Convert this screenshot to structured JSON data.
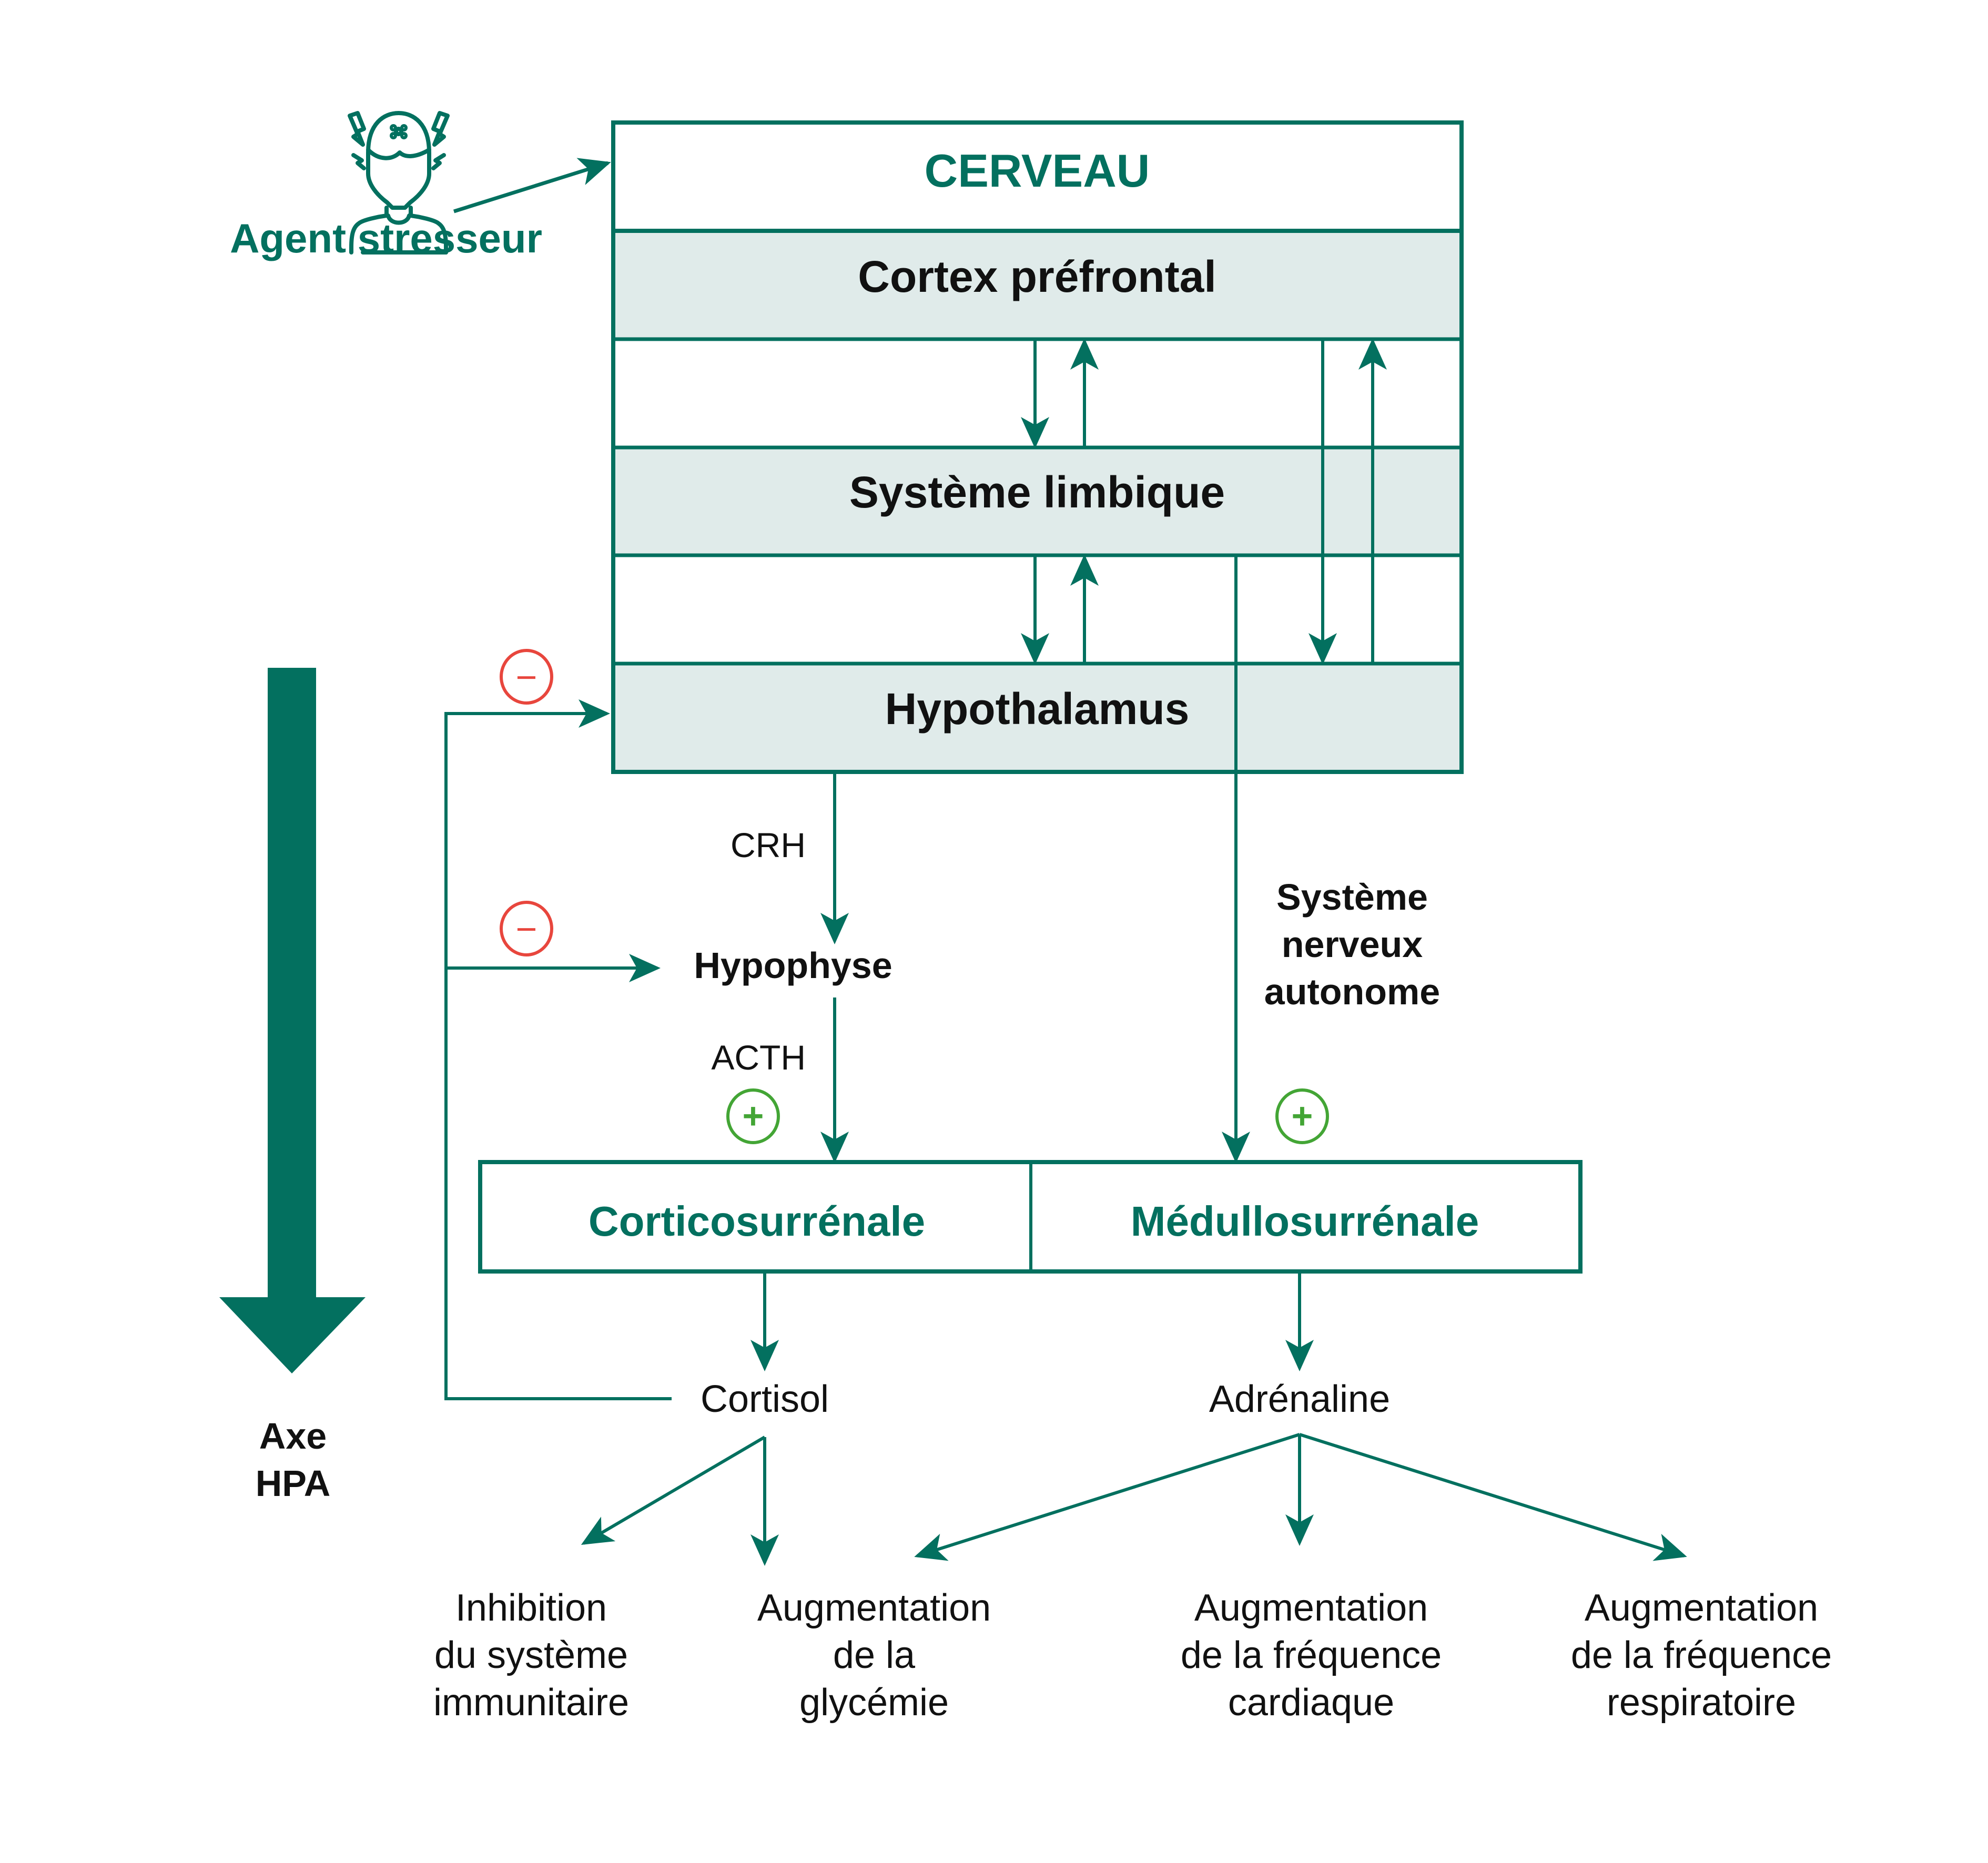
{
  "colors": {
    "teal": "#03705f",
    "band_fill": "#e0ebea",
    "inhibit_red": "#e8463d",
    "stimulate_green": "#43a535",
    "text": "#111111"
  },
  "stressor": {
    "icon": "stressed-person-icon",
    "label": "Agent stresseur"
  },
  "brain": {
    "title": "CERVEAU",
    "regions": [
      {
        "label": "Cortex préfrontal"
      },
      {
        "label": "Système limbique"
      },
      {
        "label": "Hypothalamus"
      }
    ]
  },
  "hpa": {
    "crh_label": "CRH",
    "pituitary_label": "Hypophyse",
    "acth_label": "ACTH",
    "axis_label_line1": "Axe",
    "axis_label_line2": "HPA"
  },
  "ans": {
    "line1": "Système",
    "line2": "nerveux",
    "line3": "autonome"
  },
  "signs": {
    "inhibit": "−",
    "stimulate": "+"
  },
  "adrenal": {
    "cortex_label": "Corticosurrénale",
    "medulla_label": "Médullosurrénale"
  },
  "hormones": {
    "cortisol": "Cortisol",
    "adrenaline": "Adrénaline"
  },
  "effects": [
    {
      "lines": [
        "Inhibition",
        "du système",
        "immunitaire"
      ]
    },
    {
      "lines": [
        "Augmentation",
        "de la",
        "glycémie"
      ]
    },
    {
      "lines": [
        "Augmentation",
        "de la fréquence",
        "cardiaque"
      ]
    },
    {
      "lines": [
        "Augmentation",
        "de la fréquence",
        "respiratoire"
      ]
    }
  ]
}
